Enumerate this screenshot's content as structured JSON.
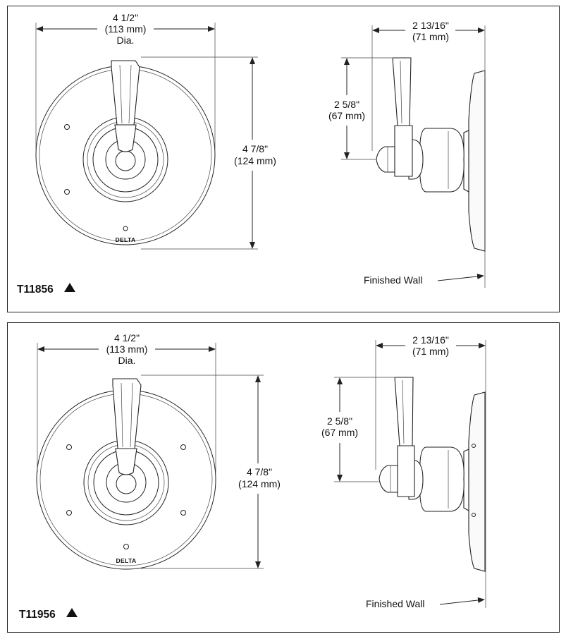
{
  "panels": [
    {
      "model": "T11856",
      "model_symbol": "▲",
      "width_fraction": "4 1/2\"",
      "width_mm": "(113 mm)",
      "width_suffix": "Dia.",
      "height_fraction": "4 7/8\"",
      "height_mm": "(124 mm)",
      "depth_fraction": "2 13/16\"",
      "depth_mm": "(71 mm)",
      "handle_fraction": "2 5/8\"",
      "handle_mm": "(67 mm)",
      "wall_label": "Finished Wall",
      "logo": "DELTA"
    },
    {
      "model": "T11956",
      "model_symbol": "▲",
      "width_fraction": "4 1/2\"",
      "width_mm": "(113 mm)",
      "width_suffix": "Dia.",
      "height_fraction": "4 7/8\"",
      "height_mm": "(124 mm)",
      "depth_fraction": "2 13/16\"",
      "depth_mm": "(71 mm)",
      "handle_fraction": "2 5/8\"",
      "handle_mm": "(67 mm)",
      "wall_label": "Finished Wall",
      "logo": "DELTA"
    }
  ]
}
